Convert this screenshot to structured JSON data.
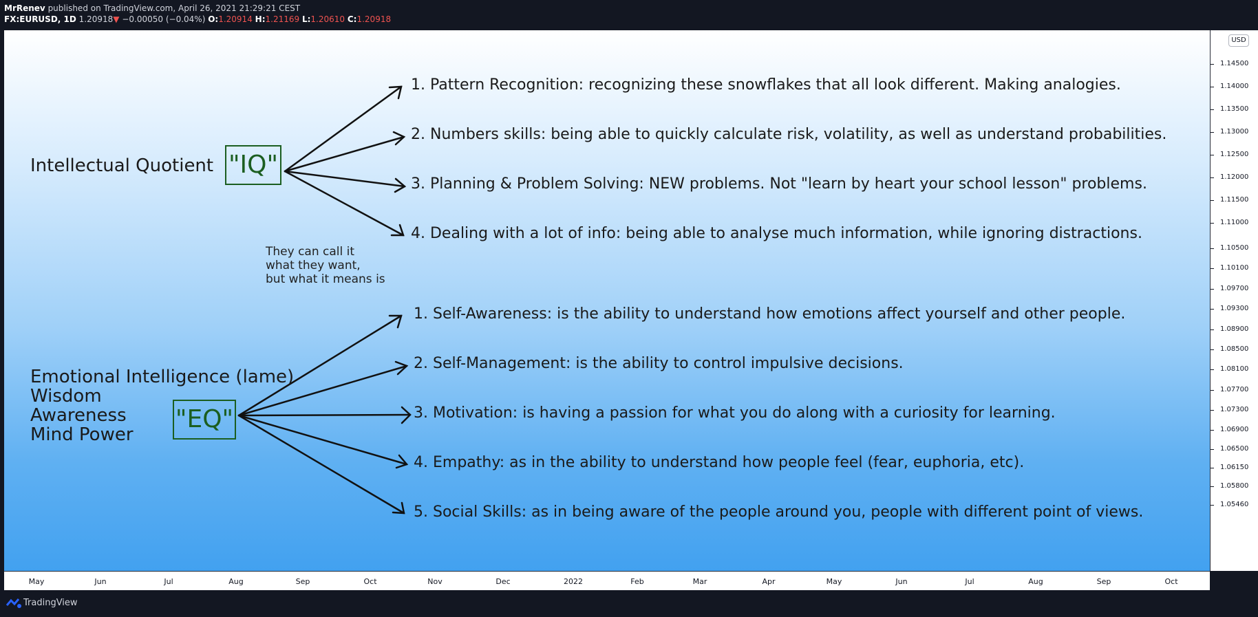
{
  "header": {
    "author": "MrRenev",
    "published_text": " published on TradingView.com, April 26, 2021 21:29:21 CEST",
    "symbol": "FX:EURUSD, 1D",
    "last_price": "1.20918",
    "change": "−0.00050 (−0.04%)",
    "o_label": "O:",
    "o_value": "1.20914",
    "h_label": "H:",
    "h_value": "1.21169",
    "l_label": "L:",
    "l_value": "1.20610",
    "c_label": "C:",
    "c_value": "1.20918"
  },
  "iq": {
    "title": "Intellectual Quotient",
    "badge": "\"IQ\"",
    "items": [
      "1. Pattern Recognition: recognizing these snowflakes that all look different. Making analogies.",
      "2. Numbers skills: being able to quickly calculate risk, volatility, as well as understand probabilities.",
      "3. Planning & Problem Solving: NEW problems. Not \"learn by heart your school lesson\" problems.",
      "4. Dealing with a lot of info: being able to analyse much information, while ignoring distractions."
    ]
  },
  "note": {
    "line1": "They can call it",
    "line2": "what they want,",
    "line3": "but what it means is"
  },
  "eq": {
    "title_lines": [
      "Emotional Intelligence (lame)",
      "Wisdom",
      "Awareness",
      "Mind Power"
    ],
    "badge": "\"EQ\"",
    "items": [
      "1. Self-Awareness: is the ability to understand how emotions affect yourself and other people.",
      "2. Self-Management: is the ability to control impulsive decisions.",
      "3. Motivation: is having a passion for what you do along with a curiosity for learning.",
      "4. Empathy: as in the ability to understand how people feel (fear, euphoria, etc).",
      "5. Social Skills: as in being aware of the people around you, people with different point of views."
    ]
  },
  "price_axis": {
    "currency": "USD",
    "labels": [
      "1.14500",
      "1.14000",
      "1.13500",
      "1.13000",
      "1.12500",
      "1.12000",
      "1.11500",
      "1.11000",
      "1.10500",
      "1.10100",
      "1.09700",
      "1.09300",
      "1.08900",
      "1.08500",
      "1.08100",
      "1.07700",
      "1.07300",
      "1.06900",
      "1.06500",
      "1.06150",
      "1.05800",
      "1.05460"
    ]
  },
  "time_axis": {
    "labels": [
      "May",
      "Jun",
      "Jul",
      "Aug",
      "Sep",
      "Oct",
      "Nov",
      "Dec",
      "2022",
      "Feb",
      "Mar",
      "Apr",
      "May",
      "Jun",
      "Jul",
      "Aug",
      "Sep",
      "Oct"
    ]
  },
  "footer": {
    "brand": "TradingView"
  },
  "colors": {
    "badge_border": "#1b5e20",
    "negative": "#ef5350",
    "background": "#131722"
  }
}
